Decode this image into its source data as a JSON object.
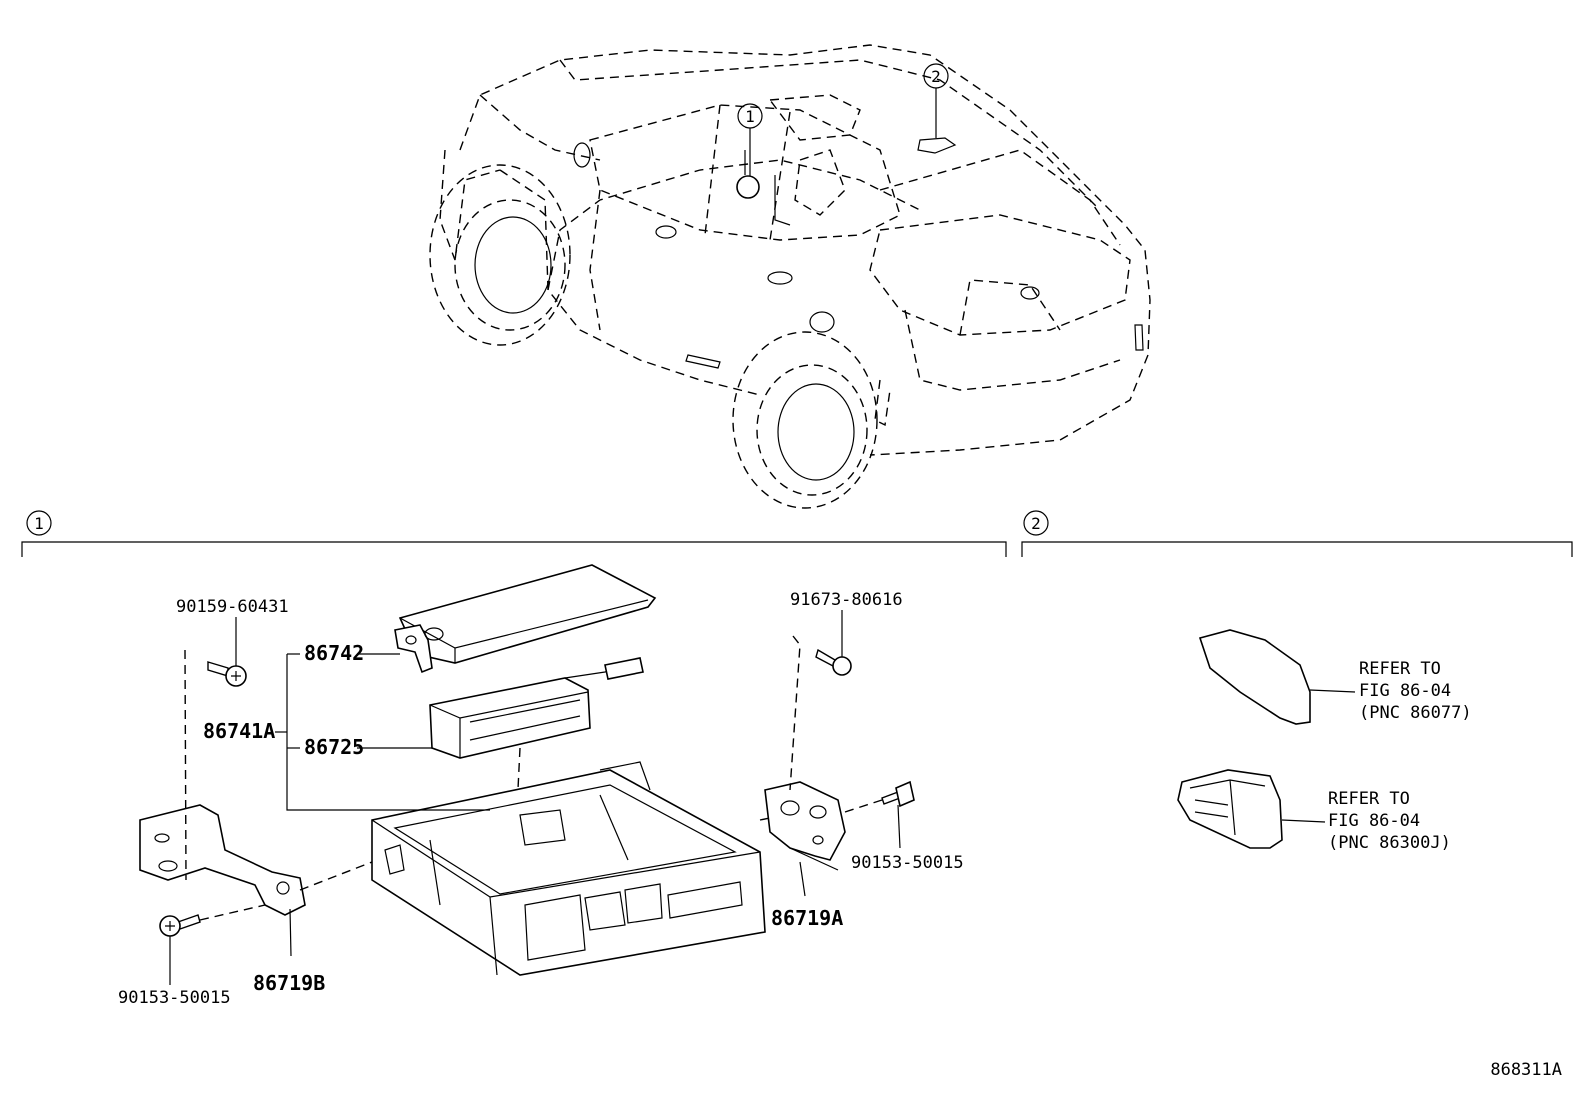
{
  "figure_id": "868311A",
  "callouts": {
    "one": "1",
    "two": "2"
  },
  "parts": {
    "bolt_top_left": "90159-60431",
    "cover": "86742",
    "module_assy": "86741A",
    "tuner": "86725",
    "bolt_top_right": "91673-80616",
    "bolt_right": "90153-50015",
    "bracket_right": "86719A",
    "bolt_bottom_left": "90153-50015",
    "bracket_left": "86719B"
  },
  "refs": {
    "antenna": {
      "line1": "REFER TO",
      "line2": "FIG 86-04",
      "line3": "(PNC 86077)"
    },
    "amplifier": {
      "line1": "REFER TO",
      "line2": "FIG 86-04",
      "line3": "(PNC 86300J)"
    }
  }
}
